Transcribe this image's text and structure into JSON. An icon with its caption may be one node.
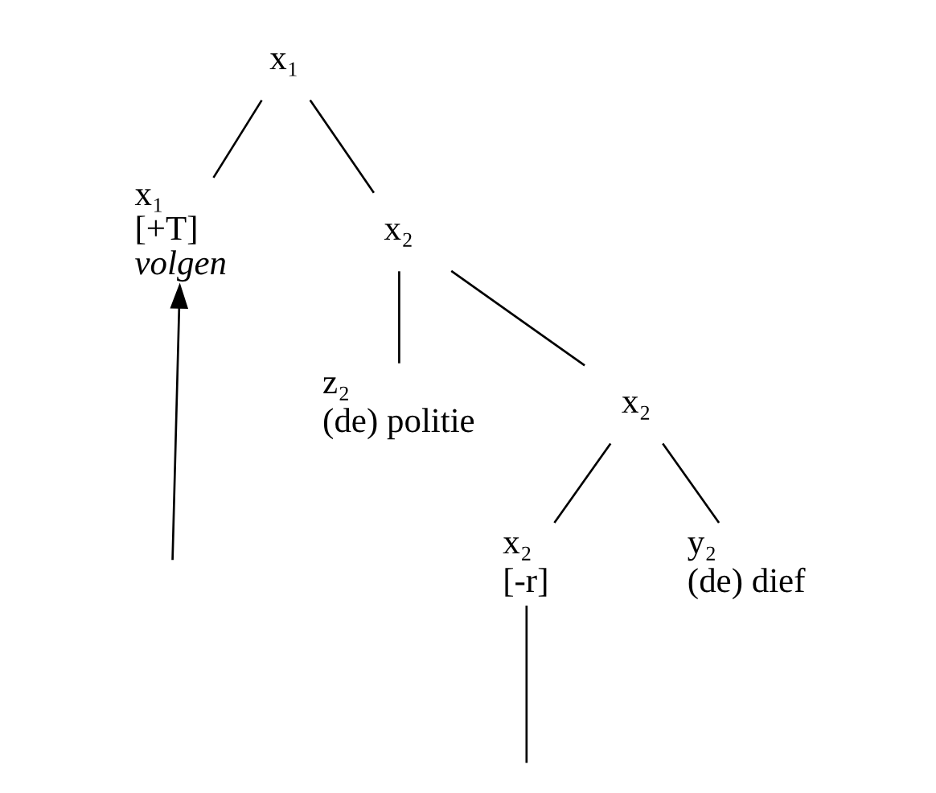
{
  "diagram": {
    "nodes": [
      {
        "text": [
          "x₁"
        ]
      },
      {
        "text": [
          "x₁",
          "[+T]",
          "volgen"
        ]
      },
      {
        "text": [
          "x₂"
        ]
      },
      {
        "text": [
          "z₂",
          "(de) politie"
        ]
      },
      {
        "text": [
          "x₂"
        ]
      },
      {
        "text": [
          "x₂",
          "[-r]"
        ]
      },
      {
        "text": [
          "y₂",
          "(de) dief"
        ]
      }
    ],
    "edges": [
      {
        "from": 0,
        "to": 1,
        "arrow": "none"
      },
      {
        "from": 0,
        "to": 2,
        "arrow": "none"
      },
      {
        "from": 2,
        "to": 3,
        "arrow": "none"
      },
      {
        "from": 2,
        "to": 4,
        "arrow": "none"
      },
      {
        "from": 4,
        "to": 5,
        "arrow": "none"
      },
      {
        "from": 4,
        "to": 6,
        "arrow": "none"
      },
      {
        "from": null,
        "to": 1,
        "arrow": "to"
      },
      {
        "from": null,
        "to": 5,
        "arrow": "none"
      }
    ]
  }
}
